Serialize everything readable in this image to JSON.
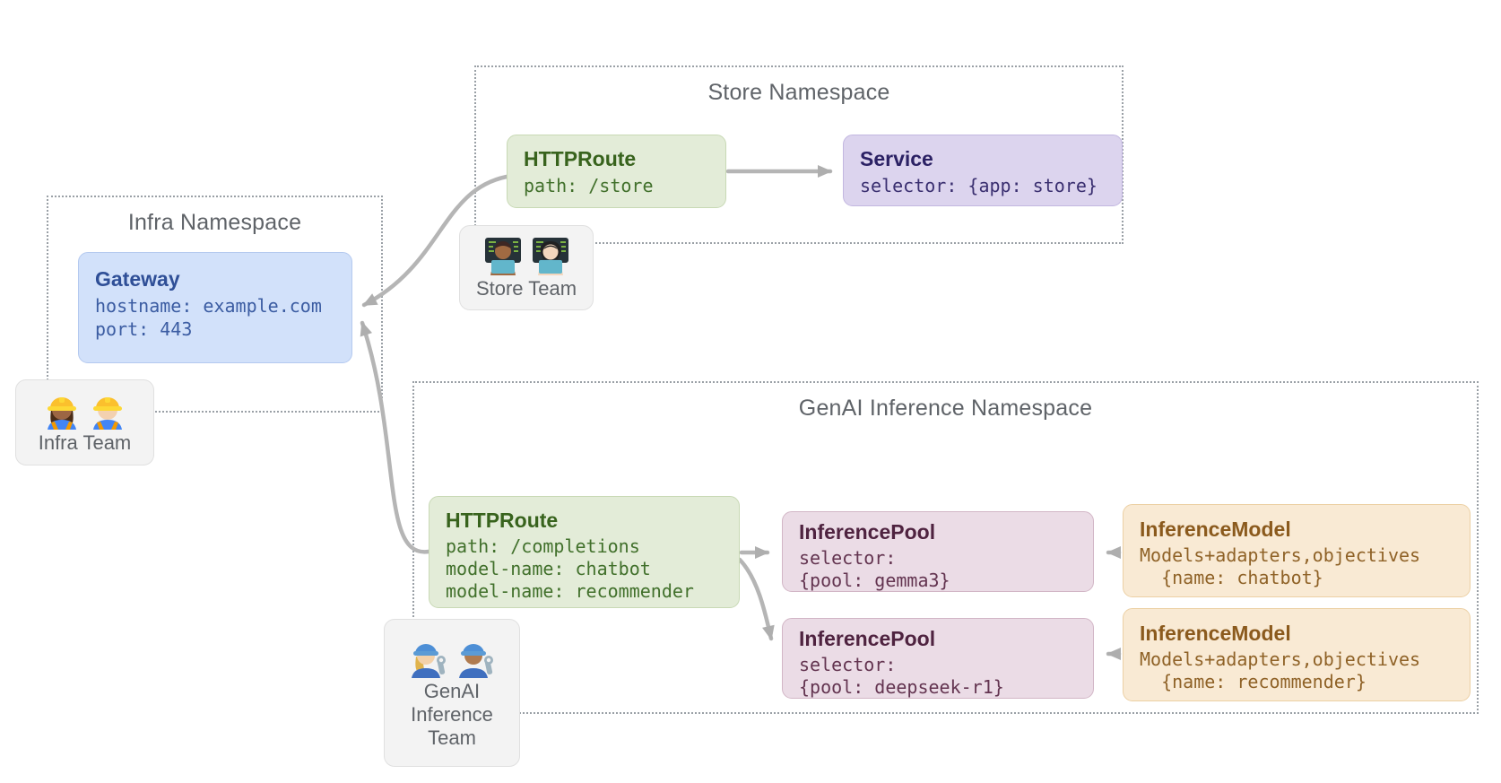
{
  "namespaces": {
    "store": {
      "title": "Store Namespace"
    },
    "infra": {
      "title": "Infra Namespace"
    },
    "genai": {
      "title": "GenAI Inference Namespace"
    }
  },
  "nodes": {
    "store_httproute": {
      "title": "HTTPRoute",
      "lines": [
        "path: /store"
      ]
    },
    "store_service": {
      "title": "Service",
      "lines": [
        "selector: {app: store}"
      ]
    },
    "gateway": {
      "title": "Gateway",
      "lines": [
        "hostname: example.com",
        "port: 443"
      ]
    },
    "genai_httproute": {
      "title": "HTTPRoute",
      "lines": [
        "path: /completions",
        "model-name: chatbot",
        "model-name: recommender"
      ]
    },
    "inference_pool_1": {
      "title": "InferencePool",
      "lines": [
        "selector:",
        "{pool: gemma3}"
      ]
    },
    "inference_pool_2": {
      "title": "InferencePool",
      "lines": [
        "selector:",
        "{pool: deepseek-r1}"
      ]
    },
    "inference_model_1": {
      "title": "InferenceModel",
      "lines": [
        "Models+adapters,objectives",
        "  {name: chatbot}"
      ]
    },
    "inference_model_2": {
      "title": "InferenceModel",
      "lines": [
        "Models+adapters,objectives",
        "  {name: recommender}"
      ]
    }
  },
  "teams": {
    "infra": {
      "label": "Infra Team",
      "icons": [
        "woman-construction-worker-emoji",
        "man-construction-worker-emoji"
      ]
    },
    "store": {
      "label": "Store Team",
      "icons": [
        "man-technologist-emoji",
        "woman-technologist-emoji"
      ]
    },
    "genai": {
      "label": "GenAI Inference Team",
      "label_lines": [
        "GenAI",
        "Inference",
        "Team"
      ],
      "icons": [
        "woman-mechanic-emoji",
        "man-mechanic-emoji"
      ]
    }
  },
  "colors": {
    "httproute_bg": "#e3ecd8",
    "httproute_text": "#38631d",
    "service_bg": "#dcd4ee",
    "service_text": "#2b2164",
    "gateway_bg": "#d2e1fa",
    "gateway_text": "#2f4f97",
    "pool_bg": "#ebdce6",
    "pool_text": "#4f2340",
    "model_bg": "#f9ead4",
    "model_text": "#8b5a1d",
    "namespace_border": "#9aa0a6",
    "namespace_title": "#5f6368",
    "arrow": "#b3b3b3",
    "badge_bg": "#f3f3f3"
  }
}
